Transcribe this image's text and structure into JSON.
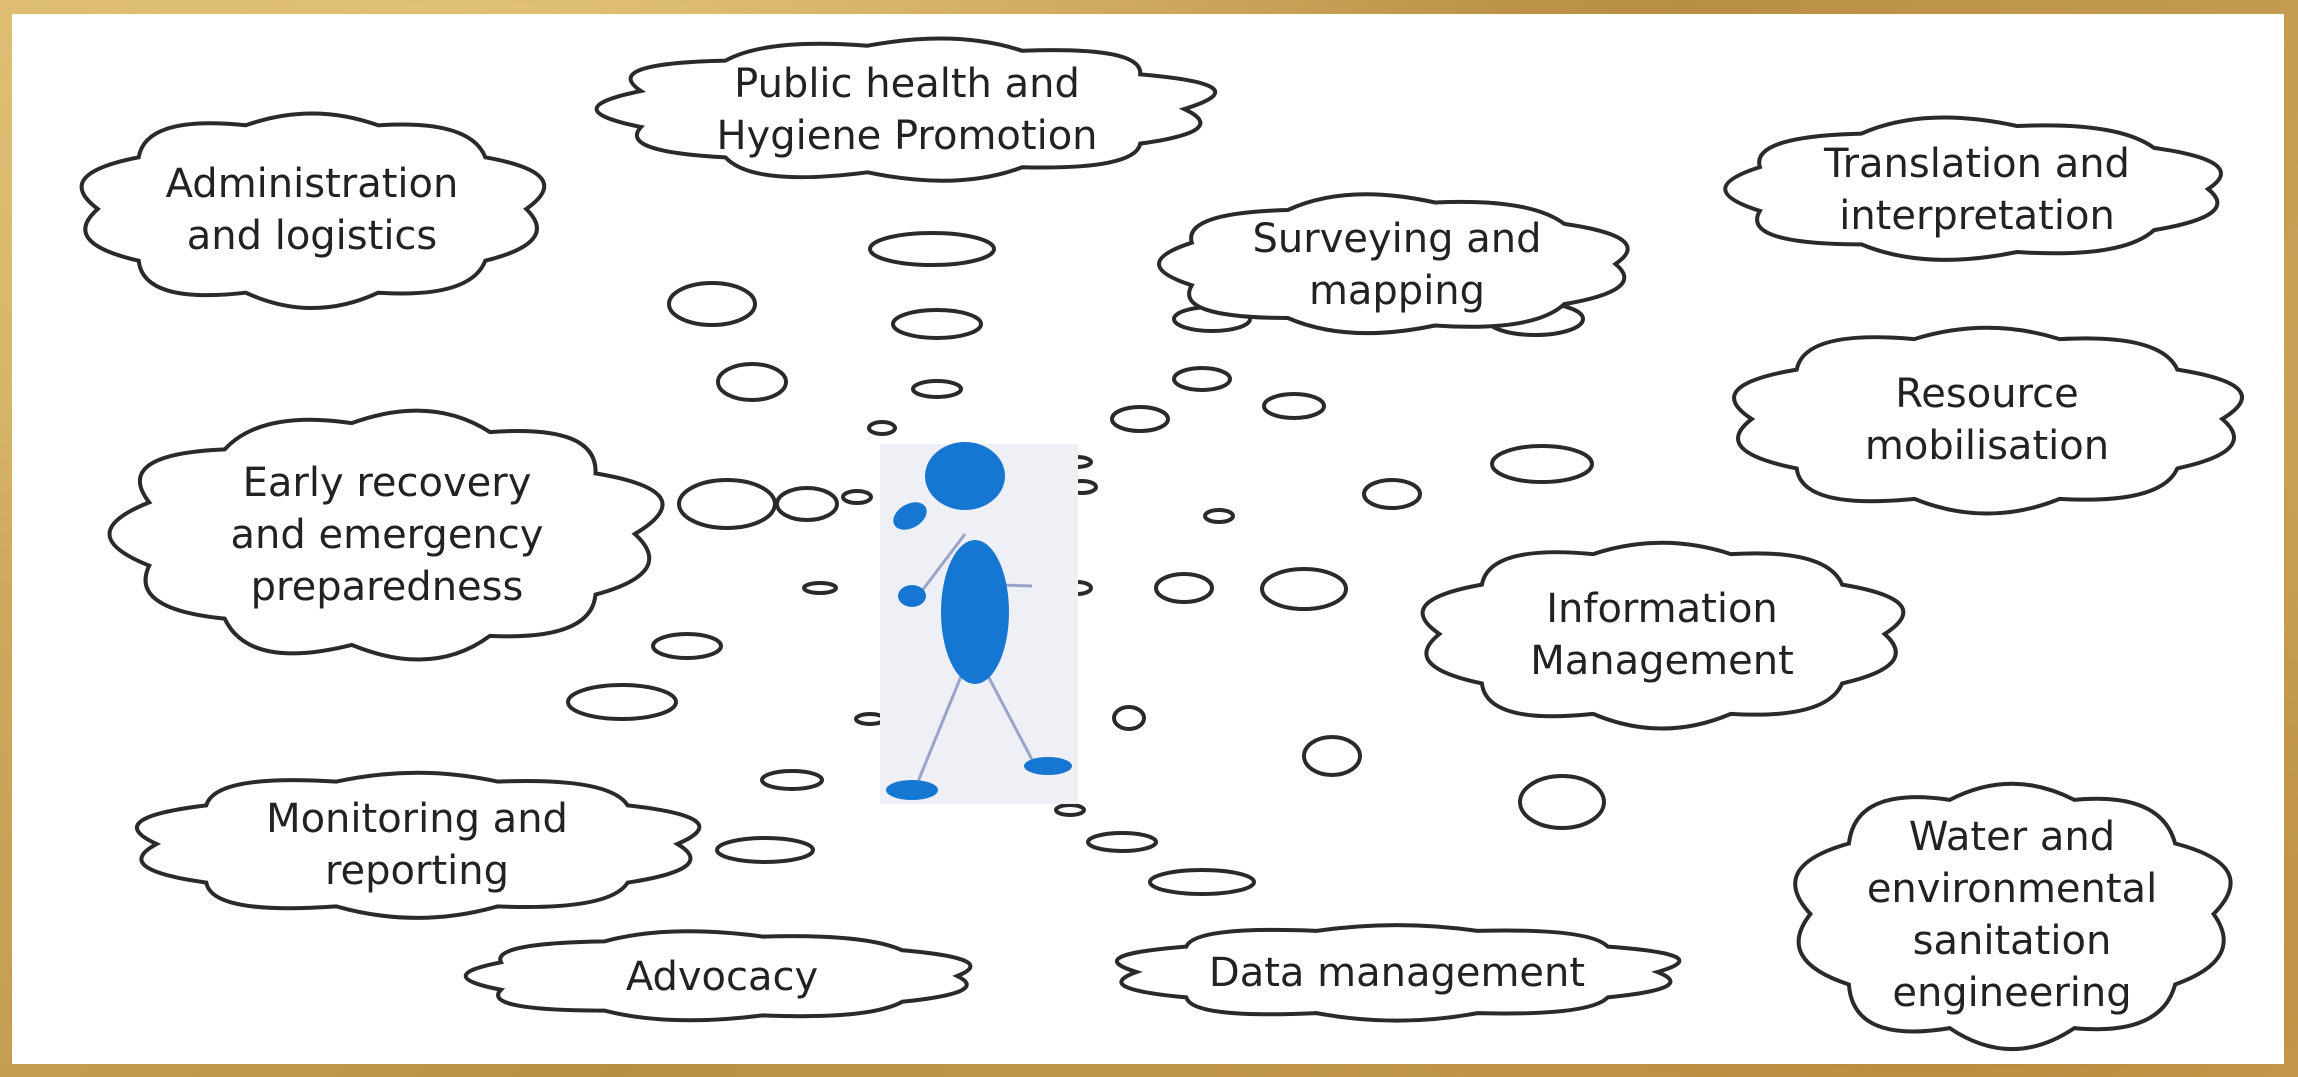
{
  "clouds": [
    {
      "id": "public-health",
      "lines": [
        "Public health and",
        "Hygiene Promotion"
      ]
    },
    {
      "id": "administration",
      "lines": [
        "Administration",
        "and logistics"
      ]
    },
    {
      "id": "translation",
      "lines": [
        "Translation and",
        "interpretation"
      ]
    },
    {
      "id": "surveying",
      "lines": [
        "Surveying and",
        "mapping"
      ]
    },
    {
      "id": "resource",
      "lines": [
        "Resource",
        "mobilisation"
      ]
    },
    {
      "id": "early-recovery",
      "lines": [
        "Early recovery",
        "and emergency",
        "preparedness"
      ]
    },
    {
      "id": "information",
      "lines": [
        "Information",
        "Management"
      ]
    },
    {
      "id": "monitoring",
      "lines": [
        "Monitoring and",
        "reporting"
      ]
    },
    {
      "id": "water",
      "lines": [
        "Water and",
        "environmental",
        "sanitation",
        "engineering"
      ]
    },
    {
      "id": "advocacy",
      "lines": [
        "Advocacy"
      ]
    },
    {
      "id": "data-management",
      "lines": [
        "Data management"
      ]
    }
  ],
  "colors": {
    "figure": "#1677d2",
    "outline": "#2a2a2a",
    "border": "#c9a45a"
  }
}
